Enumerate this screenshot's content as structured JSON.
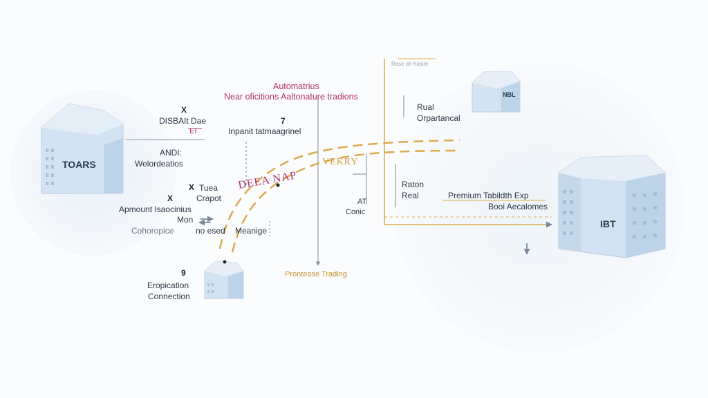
{
  "colors": {
    "background": "#fbfcfd",
    "building": "#cfe0ef",
    "building_dark": "#a9c4dd",
    "halo": "#eaf2f8",
    "accent_gold": "#dca94a",
    "accent_magenta": "#b0306a",
    "line_gray": "#7d8796",
    "arrow_blue": "#5a7fa8"
  },
  "title": {
    "line1": "Automatrius",
    "line2": "Near oficitions Aaltonature tradions"
  },
  "buildings": {
    "left": "TOARS",
    "right": "IBT",
    "top_right": "NBL",
    "bottom": ""
  },
  "labels": {
    "x1": "X",
    "disbar": "DISBAIt Dae",
    "el": "EI",
    "andi": "ANDI:",
    "welcome": "Welordeatios",
    "x2": "X",
    "tuea": "Tuea",
    "crapot": "Crapot",
    "apmount": "Apmount Isaocinius",
    "mon": "Mon",
    "cohoro": "Cohoropice",
    "no_esed": "no esed",
    "meanigo": "Meanige",
    "q1": "7",
    "inpanit": "Inpanit tatmaagrinel",
    "deea_nap": "DEEA NAP",
    "vekry": "VEKRY",
    "at": "AT",
    "conic": "Conic",
    "top_right_small": "Rase ah hasite",
    "rual": "Rual",
    "orpatancal": "Orpartancal",
    "raton": "Raton",
    "real": "Real",
    "premium": "Premium Tabildth Exp",
    "booi": "Booi Aecalomes",
    "q2": "9",
    "eropication": "Eropication",
    "connection": "Connection",
    "prontease": "Prontease Trading"
  },
  "icons": {
    "left_building": "building-icon",
    "right_building": "building-icon",
    "small_building": "building-icon",
    "arrow_down": "arrow-down-icon",
    "arrow_right": "arrow-right-icon",
    "double_arrow": "double-arrow-icon"
  }
}
